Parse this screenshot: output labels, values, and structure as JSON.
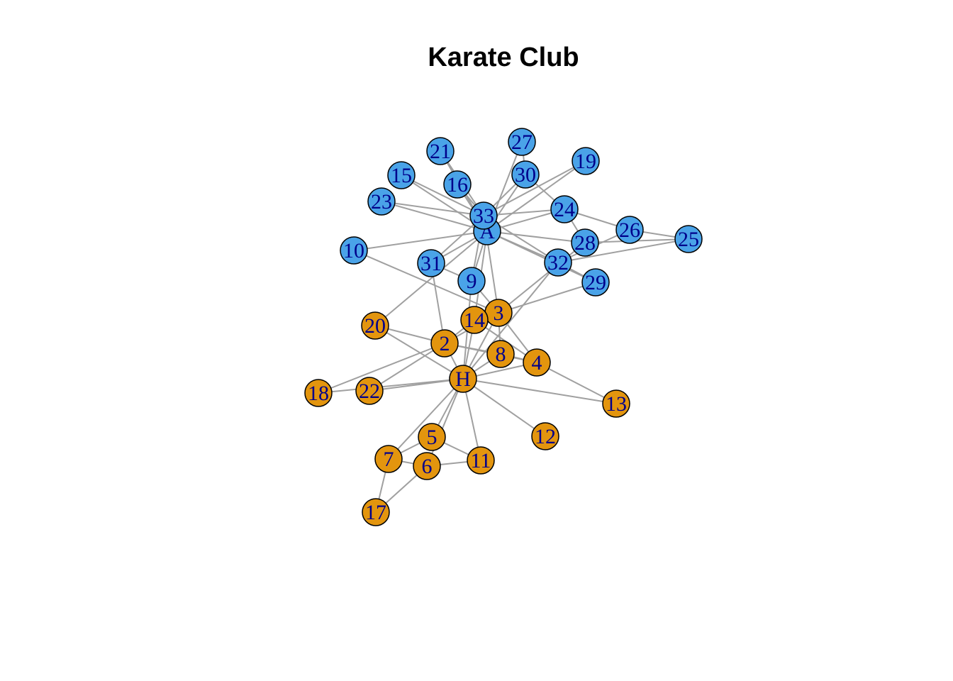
{
  "title": "Karate Club",
  "colors": {
    "group_a": "#4aa3e8",
    "group_h": "#e3950e",
    "edge": "#a0a0a0",
    "label": "#00008b",
    "outline": "#000000"
  },
  "nodes": [
    {
      "id": "A",
      "label": "A",
      "group": "group_a"
    },
    {
      "id": "33",
      "label": "33",
      "group": "group_a"
    },
    {
      "id": "27",
      "label": "27",
      "group": "group_a"
    },
    {
      "id": "21",
      "label": "21",
      "group": "group_a"
    },
    {
      "id": "19",
      "label": "19",
      "group": "group_a"
    },
    {
      "id": "30",
      "label": "30",
      "group": "group_a"
    },
    {
      "id": "15",
      "label": "15",
      "group": "group_a"
    },
    {
      "id": "16",
      "label": "16",
      "group": "group_a"
    },
    {
      "id": "23",
      "label": "23",
      "group": "group_a"
    },
    {
      "id": "24",
      "label": "24",
      "group": "group_a"
    },
    {
      "id": "26",
      "label": "26",
      "group": "group_a"
    },
    {
      "id": "25",
      "label": "25",
      "group": "group_a"
    },
    {
      "id": "28",
      "label": "28",
      "group": "group_a"
    },
    {
      "id": "10",
      "label": "10",
      "group": "group_a"
    },
    {
      "id": "31",
      "label": "31",
      "group": "group_a"
    },
    {
      "id": "32",
      "label": "32",
      "group": "group_a"
    },
    {
      "id": "9",
      "label": "9",
      "group": "group_a"
    },
    {
      "id": "29",
      "label": "29",
      "group": "group_a"
    },
    {
      "id": "3",
      "label": "3",
      "group": "group_h"
    },
    {
      "id": "14",
      "label": "14",
      "group": "group_h"
    },
    {
      "id": "20",
      "label": "20",
      "group": "group_h"
    },
    {
      "id": "2",
      "label": "2",
      "group": "group_h"
    },
    {
      "id": "8",
      "label": "8",
      "group": "group_h"
    },
    {
      "id": "4",
      "label": "4",
      "group": "group_h"
    },
    {
      "id": "H",
      "label": "H",
      "group": "group_h"
    },
    {
      "id": "18",
      "label": "18",
      "group": "group_h"
    },
    {
      "id": "22",
      "label": "22",
      "group": "group_h"
    },
    {
      "id": "13",
      "label": "13",
      "group": "group_h"
    },
    {
      "id": "5",
      "label": "5",
      "group": "group_h"
    },
    {
      "id": "12",
      "label": "12",
      "group": "group_h"
    },
    {
      "id": "7",
      "label": "7",
      "group": "group_h"
    },
    {
      "id": "6",
      "label": "6",
      "group": "group_h"
    },
    {
      "id": "11",
      "label": "11",
      "group": "group_h"
    },
    {
      "id": "17",
      "label": "17",
      "group": "group_h"
    }
  ],
  "edges": [
    [
      "H",
      "2"
    ],
    [
      "H",
      "3"
    ],
    [
      "H",
      "4"
    ],
    [
      "H",
      "5"
    ],
    [
      "H",
      "6"
    ],
    [
      "H",
      "7"
    ],
    [
      "H",
      "8"
    ],
    [
      "H",
      "9"
    ],
    [
      "H",
      "11"
    ],
    [
      "H",
      "12"
    ],
    [
      "H",
      "13"
    ],
    [
      "H",
      "14"
    ],
    [
      "H",
      "18"
    ],
    [
      "H",
      "20"
    ],
    [
      "H",
      "22"
    ],
    [
      "H",
      "32"
    ],
    [
      "2",
      "3"
    ],
    [
      "2",
      "4"
    ],
    [
      "2",
      "8"
    ],
    [
      "2",
      "14"
    ],
    [
      "2",
      "18"
    ],
    [
      "2",
      "20"
    ],
    [
      "2",
      "22"
    ],
    [
      "2",
      "31"
    ],
    [
      "3",
      "4"
    ],
    [
      "3",
      "8"
    ],
    [
      "3",
      "9"
    ],
    [
      "3",
      "10"
    ],
    [
      "3",
      "14"
    ],
    [
      "3",
      "28"
    ],
    [
      "3",
      "29"
    ],
    [
      "3",
      "33"
    ],
    [
      "4",
      "8"
    ],
    [
      "4",
      "13"
    ],
    [
      "4",
      "14"
    ],
    [
      "5",
      "7"
    ],
    [
      "5",
      "11"
    ],
    [
      "6",
      "7"
    ],
    [
      "6",
      "11"
    ],
    [
      "6",
      "17"
    ],
    [
      "7",
      "17"
    ],
    [
      "9",
      "31"
    ],
    [
      "9",
      "33"
    ],
    [
      "9",
      "A"
    ],
    [
      "10",
      "A"
    ],
    [
      "14",
      "A"
    ],
    [
      "15",
      "33"
    ],
    [
      "15",
      "A"
    ],
    [
      "16",
      "33"
    ],
    [
      "16",
      "A"
    ],
    [
      "19",
      "33"
    ],
    [
      "19",
      "A"
    ],
    [
      "20",
      "A"
    ],
    [
      "21",
      "33"
    ],
    [
      "21",
      "A"
    ],
    [
      "23",
      "33"
    ],
    [
      "23",
      "A"
    ],
    [
      "24",
      "26"
    ],
    [
      "24",
      "28"
    ],
    [
      "24",
      "30"
    ],
    [
      "24",
      "33"
    ],
    [
      "24",
      "A"
    ],
    [
      "25",
      "26"
    ],
    [
      "25",
      "28"
    ],
    [
      "25",
      "32"
    ],
    [
      "26",
      "32"
    ],
    [
      "27",
      "30"
    ],
    [
      "27",
      "A"
    ],
    [
      "28",
      "A"
    ],
    [
      "29",
      "32"
    ],
    [
      "29",
      "A"
    ],
    [
      "30",
      "33"
    ],
    [
      "30",
      "A"
    ],
    [
      "31",
      "33"
    ],
    [
      "31",
      "A"
    ],
    [
      "32",
      "33"
    ],
    [
      "32",
      "A"
    ],
    [
      "33",
      "A"
    ]
  ]
}
